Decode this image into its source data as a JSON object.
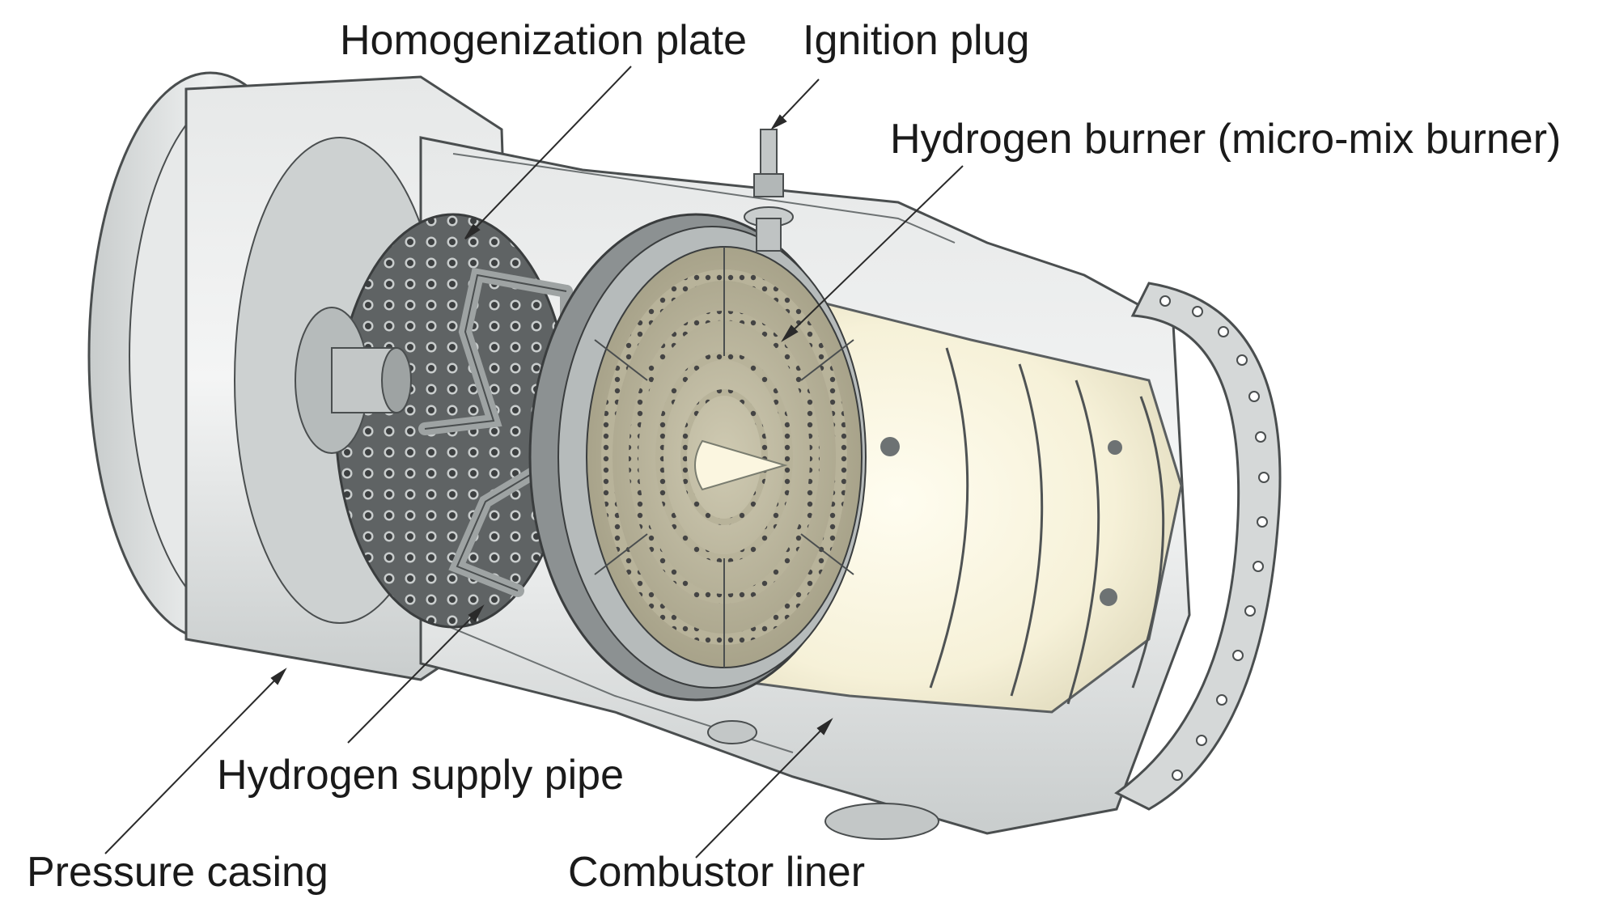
{
  "diagram": {
    "labels": {
      "homogenization_plate": "Homogenization plate",
      "ignition_plug": "Ignition plug",
      "hydrogen_burner": "Hydrogen burner (micro-mix burner)",
      "hydrogen_supply_pipe": "Hydrogen supply pipe",
      "pressure_casing": "Pressure casing",
      "combustor_liner": "Combustor liner"
    },
    "colors": {
      "metal": "#d9dcdc",
      "metal_dark": "#8e9393",
      "liner_interior": "#fbf7e4",
      "burner_face": "#b9b49a",
      "plate": "#5b5f60",
      "outline": "#3a3d3e",
      "leader": "#2a2a2a"
    }
  }
}
